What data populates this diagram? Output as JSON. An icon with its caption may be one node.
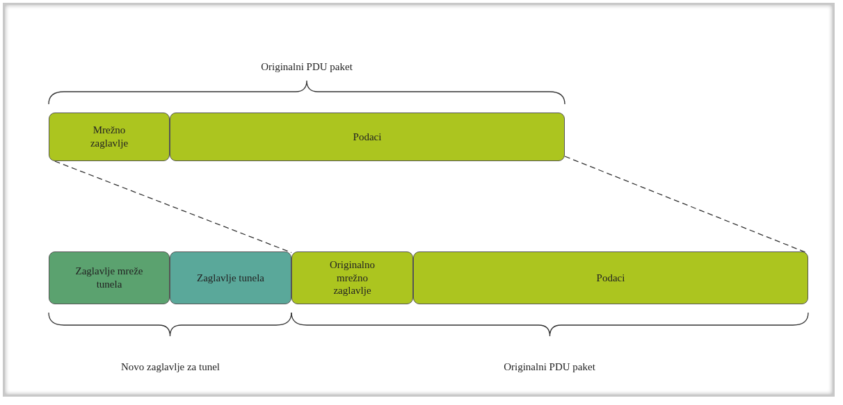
{
  "diagram": {
    "nodes": [
      {
        "text": [
          "Mrežno zaglavlje"
        ]
      },
      {
        "text": [
          "Podaci"
        ]
      },
      {
        "text": [
          "Zaglavlje mreže tunela"
        ]
      },
      {
        "text": [
          "Zaglavlje tunela"
        ]
      },
      {
        "text": [
          "Originalno mrežno zaglavlje"
        ]
      },
      {
        "text": [
          "Podaci"
        ]
      }
    ],
    "edges": [
      {
        "from": 0,
        "to": 4,
        "arrow": "none",
        "style": "dashed"
      },
      {
        "from": 1,
        "to": 5,
        "arrow": "none",
        "style": "dashed"
      }
    ],
    "labels": [
      "Originalni PDU paket",
      "Novo zaglavlje za tunel",
      "Originalni PDU paket"
    ]
  }
}
